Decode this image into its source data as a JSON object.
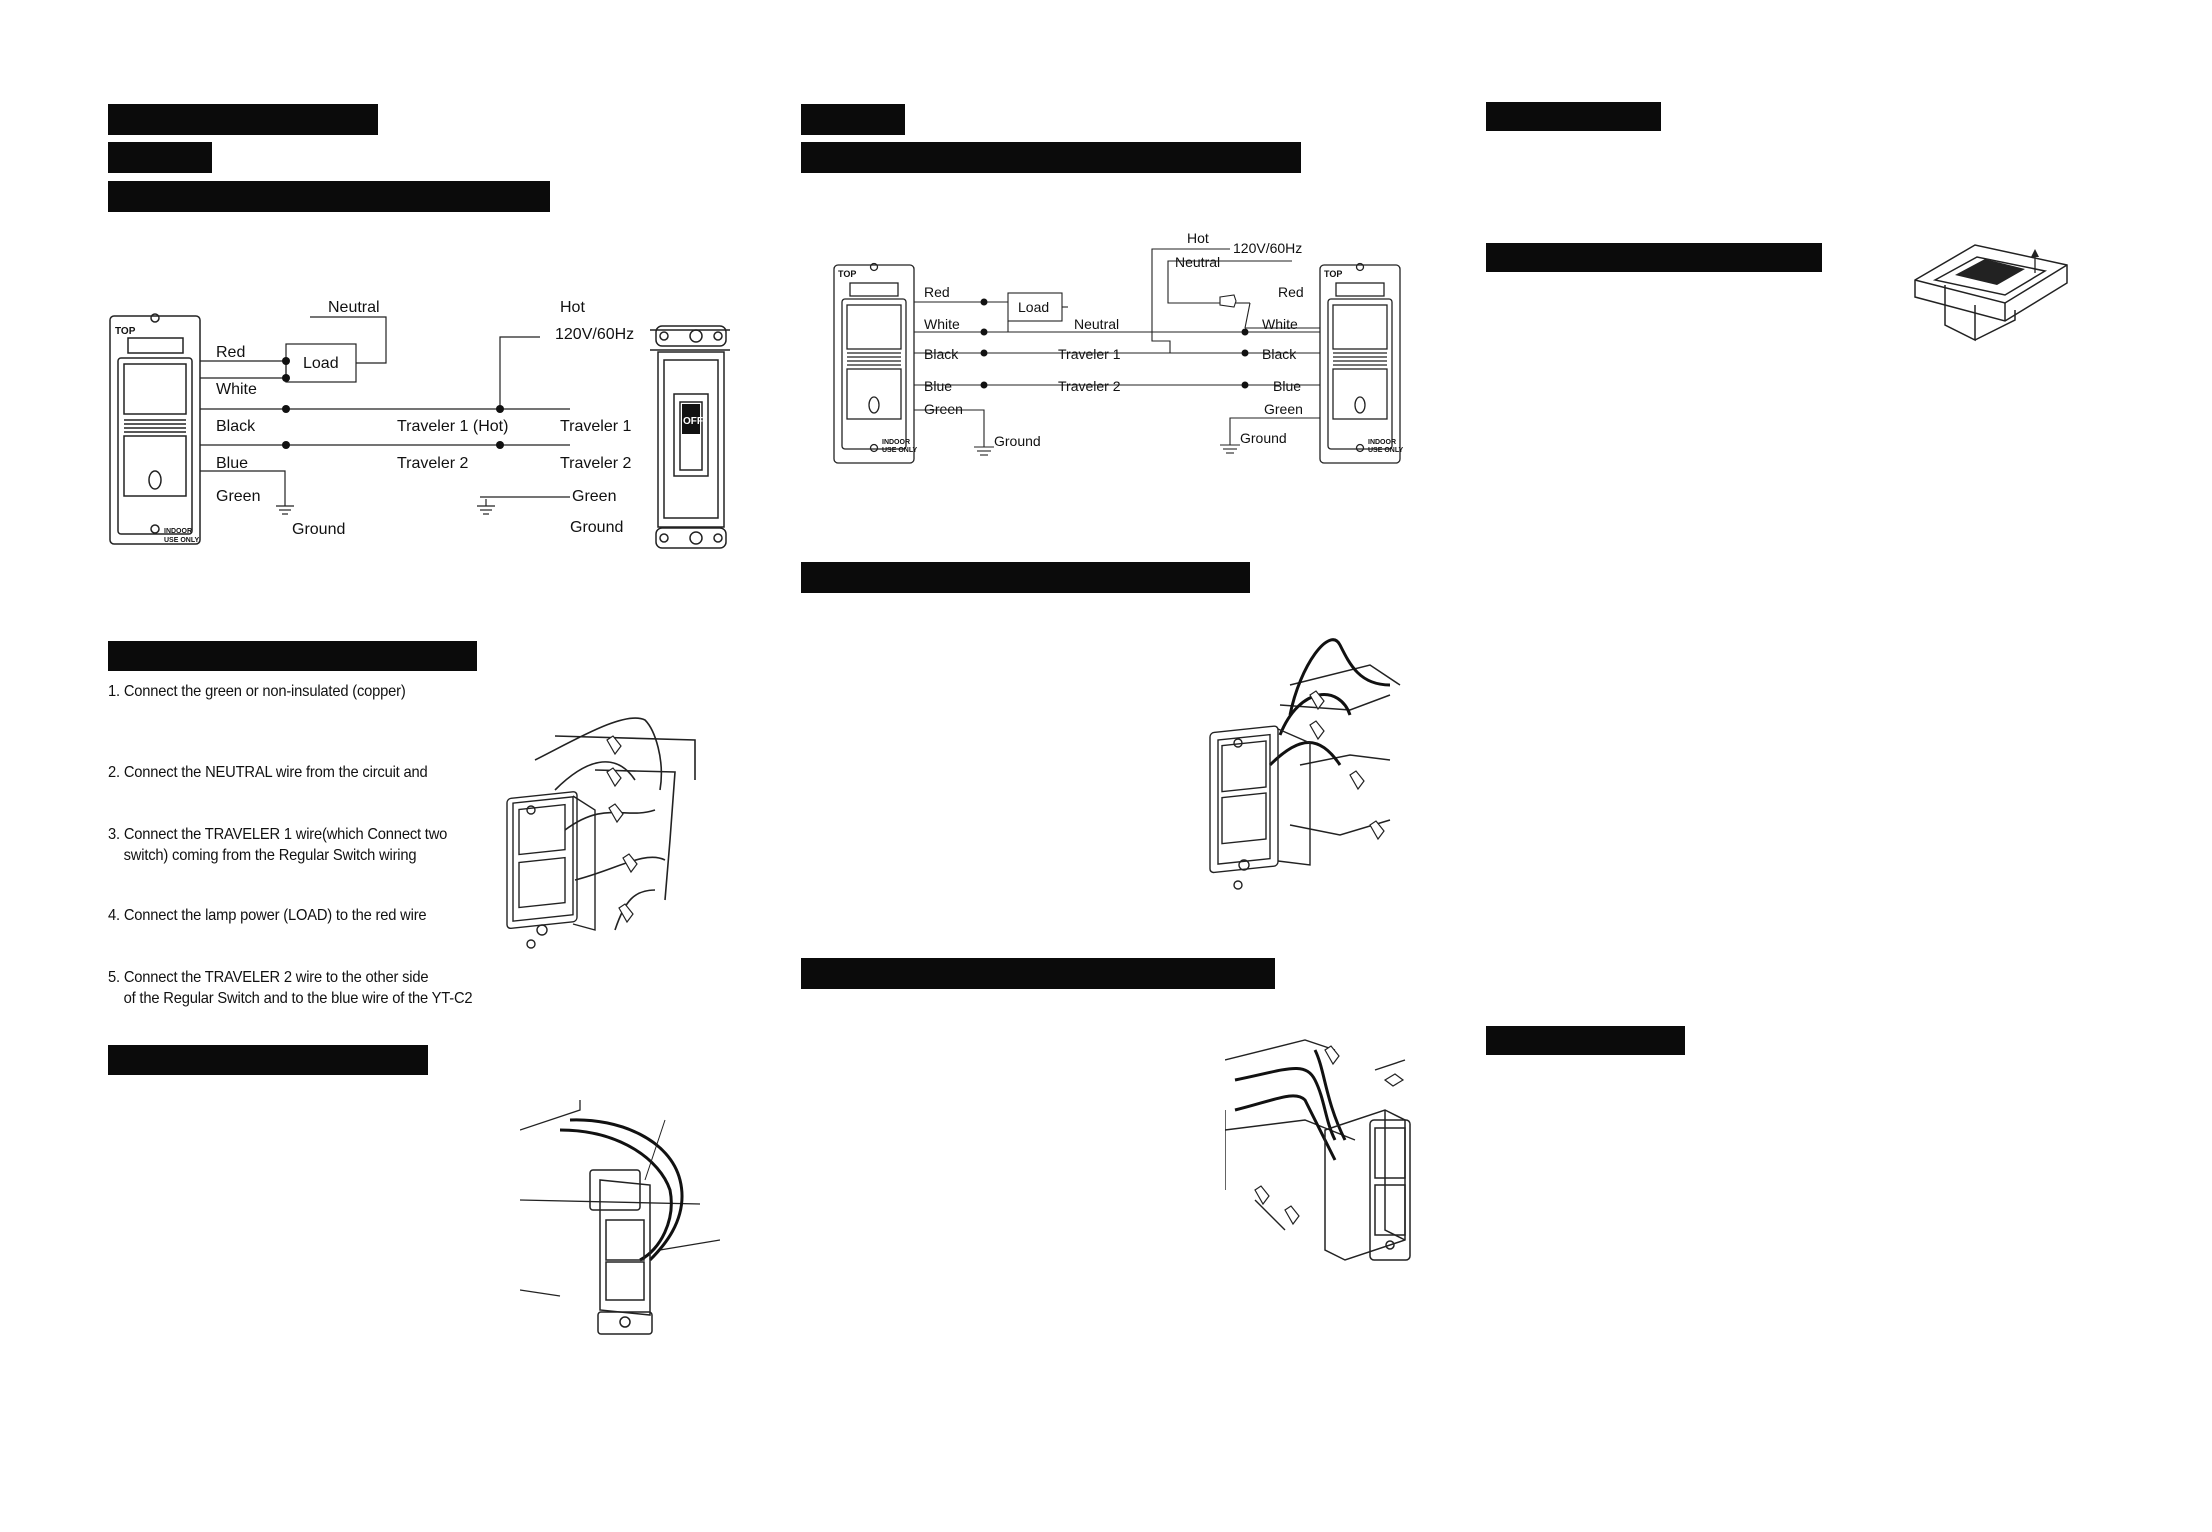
{
  "diagram_left": {
    "neutral": "Neutral",
    "hot": "Hot",
    "voltage": "120V/60Hz",
    "top": "TOP",
    "red": "Red",
    "white": "White",
    "load": "Load",
    "black": "Black",
    "blue": "Blue",
    "green_left": "Green",
    "ground_left": "Ground",
    "traveler1_hot": "Traveler 1 (Hot)",
    "traveler2": "Traveler 2",
    "traveler1_right": "Traveler 1",
    "traveler2_right": "Traveler 2",
    "green_right": "Green",
    "ground_right": "Ground",
    "off": "OFF",
    "indoor": "INDOOR",
    "use_only": "USE ONLY"
  },
  "diagram_mid": {
    "hot": "Hot",
    "voltage": "120V/60Hz",
    "neutral_top": "Neutral",
    "top_left": "TOP",
    "top_right": "TOP",
    "red_left": "Red",
    "load": "Load",
    "red_right": "Red",
    "white_left": "White",
    "neutral_mid": "Neutral",
    "white_right": "White",
    "black_left": "Black",
    "traveler1": "Traveler 1",
    "black_right": "Black",
    "blue_left": "Blue",
    "traveler2": "Traveler 2",
    "blue_right": "Blue",
    "green_left": "Green",
    "green_right": "Green",
    "ground_left": "Ground",
    "ground_right": "Ground",
    "indoor": "INDOOR",
    "use_only": "USE ONLY"
  },
  "steps": [
    "1. Connect the green or non-insulated (copper)",
    "2. Connect the NEUTRAL wire from the circuit and",
    "3. Connect the TRAVELER 1 wire(which Connect two",
    "    switch) coming from the Regular Switch wiring",
    "4. Connect the lamp power (LOAD) to the red wire",
    "5. Connect the TRAVELER 2 wire to the other side",
    "    of the Regular Switch and to the blue wire of the YT-C2"
  ]
}
